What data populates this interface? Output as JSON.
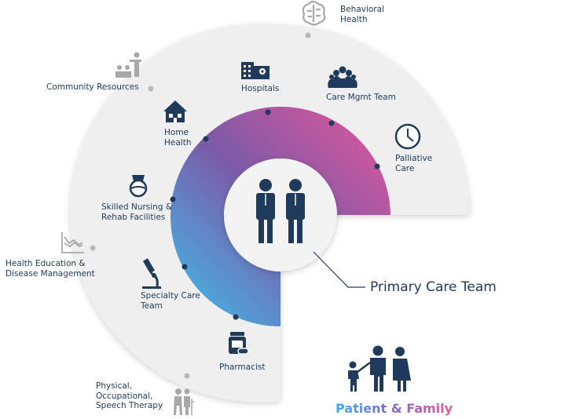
{
  "center": {
    "label": "Primary Care Team"
  },
  "patient": {
    "label": "Patient & Family"
  },
  "inner_ring": [
    {
      "key": "hospitals",
      "label": "Hospitals",
      "icon": "hospital-icon"
    },
    {
      "key": "care_mgmt",
      "label": "Care Mgmt Team",
      "icon": "team-icon"
    },
    {
      "key": "palliative",
      "label": "Palliative\nCare",
      "icon": "clock-icon"
    },
    {
      "key": "home_health",
      "label": "Home\nHealth",
      "icon": "house-icon"
    },
    {
      "key": "skilled_nursing",
      "label": "Skilled Nursing &\nRehab Facilities",
      "icon": "nurse-icon"
    },
    {
      "key": "specialty",
      "label": "Specialty Care\nTeam",
      "icon": "microscope-icon"
    },
    {
      "key": "pharmacist",
      "label": "Pharmacist",
      "icon": "pill-bottle-icon"
    }
  ],
  "outer_ring": [
    {
      "key": "behavioral",
      "label": "Behavioral\nHealth",
      "icon": "brain-icon"
    },
    {
      "key": "community",
      "label": "Community Resources",
      "icon": "presenter-icon"
    },
    {
      "key": "education",
      "label": "Health Education &\nDisease Management",
      "icon": "line-chart-icon"
    },
    {
      "key": "therapy",
      "label": "Physical,\nOccupational,\nSpeech Therapy",
      "icon": "elderly-walker-icon"
    }
  ],
  "colors": {
    "navy": "#1f3a5a",
    "ring_grey": "#efefef",
    "gradient_pink": "#e8569a",
    "gradient_purple": "#7b5aa8",
    "gradient_blue": "#3ec2ef"
  }
}
